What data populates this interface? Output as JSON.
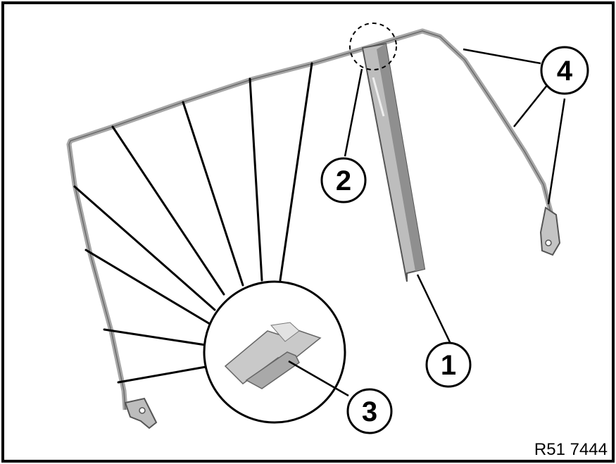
{
  "figure": {
    "reference_code": "R51 7444",
    "callouts": [
      {
        "id": "1",
        "label": "1"
      },
      {
        "id": "2",
        "label": "2"
      },
      {
        "id": "3",
        "label": "3"
      },
      {
        "id": "4",
        "label": "4"
      }
    ]
  },
  "colors": {
    "frame": "#000000",
    "part_fill": "#bdbdbd",
    "part_shade": "#8f8f8f",
    "background": "#ffffff"
  }
}
